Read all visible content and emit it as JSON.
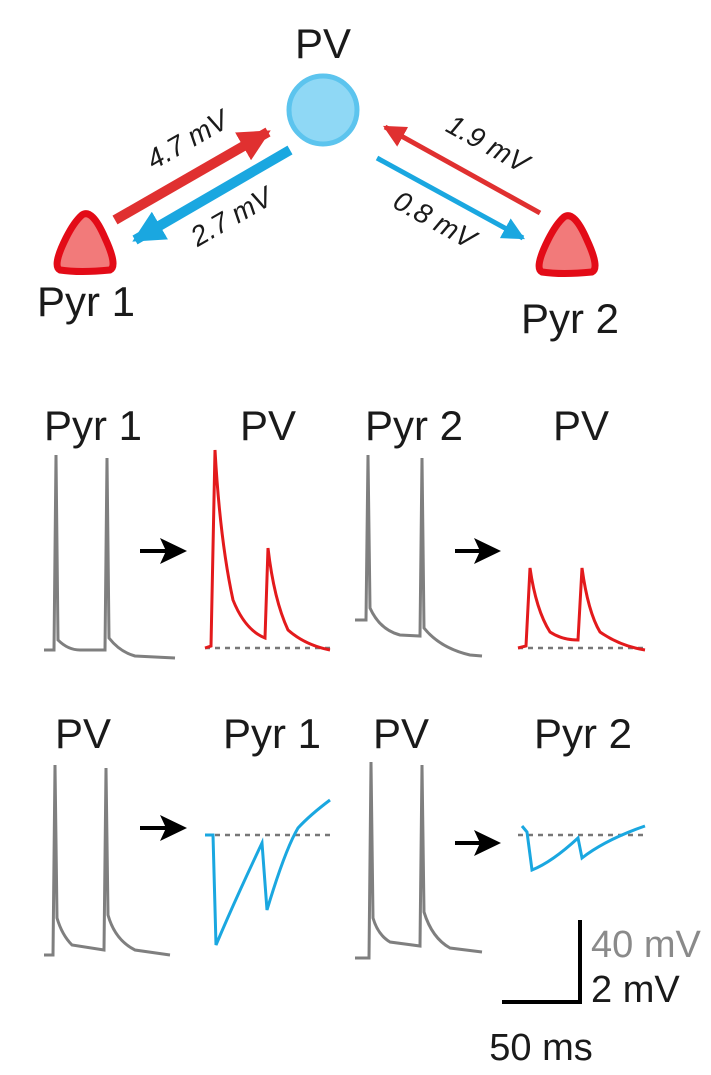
{
  "circuit": {
    "nodes": {
      "pv": "PV",
      "pyr1": "Pyr 1",
      "pyr2": "Pyr 2"
    },
    "connections": [
      {
        "from": "Pyr 1",
        "to": "PV",
        "label": "4.7 mV",
        "color": "#e03030"
      },
      {
        "from": "PV",
        "to": "Pyr 1",
        "label": "2.7 mV",
        "color": "#1aa7e0"
      },
      {
        "from": "Pyr 2",
        "to": "PV",
        "label": "1.9 mV",
        "color": "#e03030"
      },
      {
        "from": "PV",
        "to": "Pyr 2",
        "label": "0.8 mV",
        "color": "#1aa7e0"
      }
    ],
    "colors": {
      "pv_fill": "#8fd8f5",
      "pv_stroke": "#5cc4ee",
      "pyr_fill": "#f27a7a",
      "pyr_stroke": "#e30b17",
      "presynaptic_trace": "#7f7f7f",
      "excitatory_trace": "#e31a1c",
      "inhibitory_trace": "#1aa7e0"
    }
  },
  "recordings": {
    "top_row": {
      "pre1": "Pyr 1",
      "post1": "PV",
      "pre2": "Pyr 2",
      "post2": "PV"
    },
    "bottom_row": {
      "pre1": "PV",
      "post1": "Pyr 1",
      "pre2": "PV",
      "post2": "Pyr 2"
    }
  },
  "scale_bar": {
    "vertical_presynaptic": "40 mV",
    "vertical_postsynaptic": "2 mV",
    "horizontal": "50 ms"
  }
}
